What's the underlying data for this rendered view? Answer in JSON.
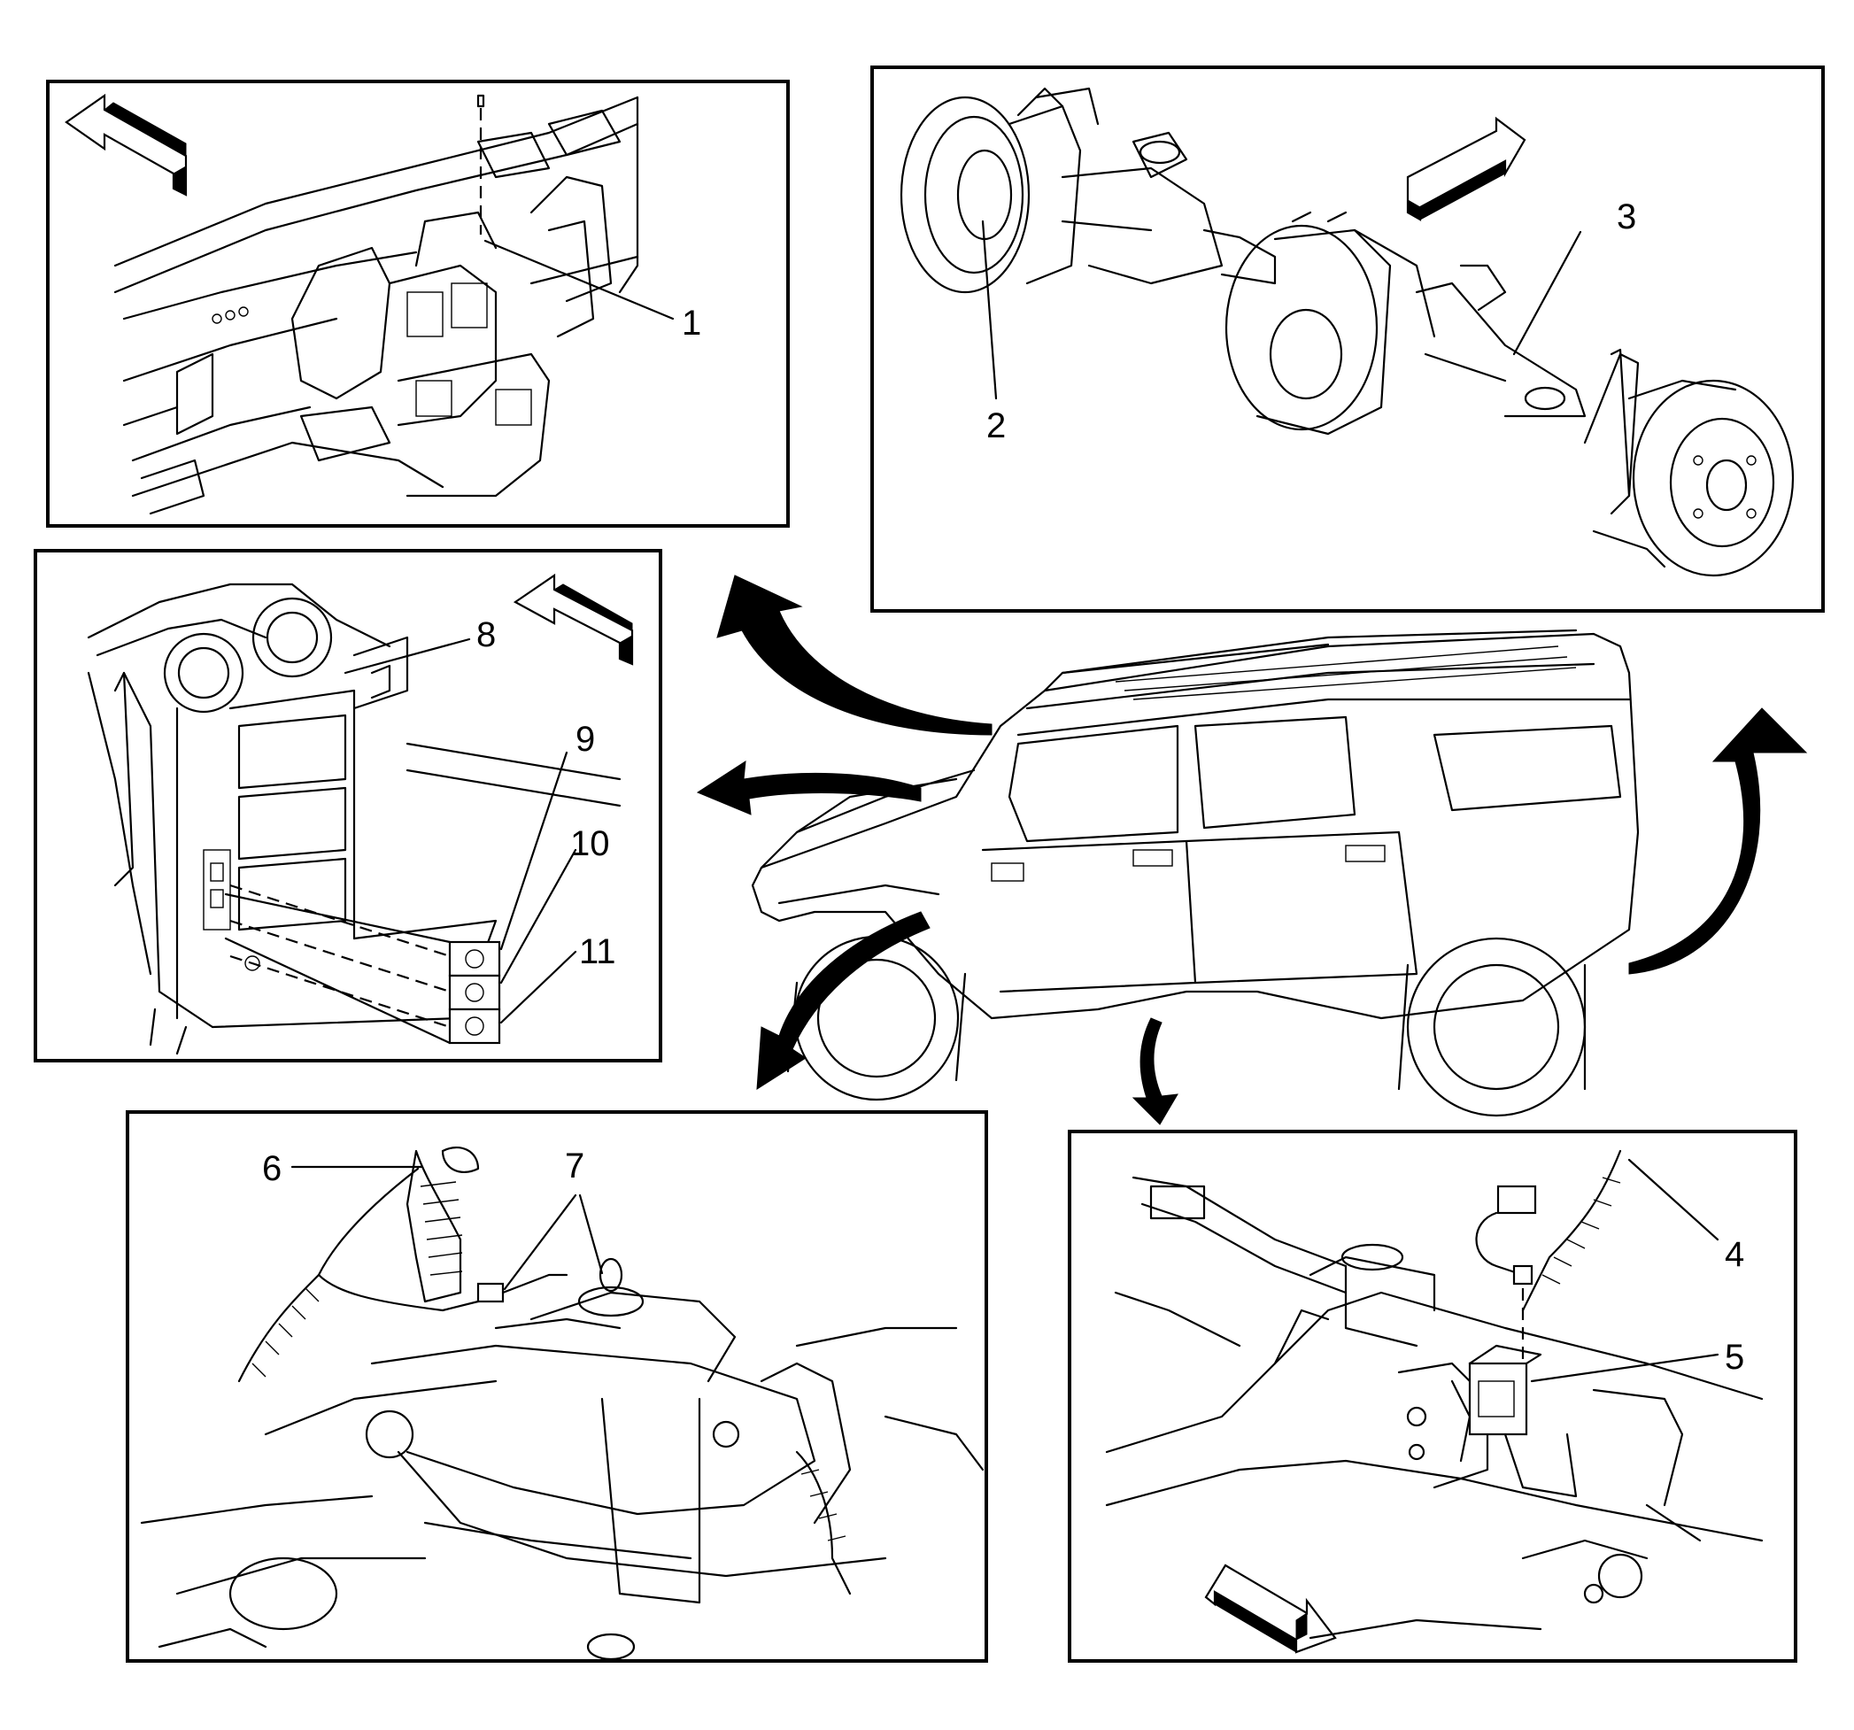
{
  "callouts": [
    {
      "id": "1",
      "label": "1"
    },
    {
      "id": "2",
      "label": "2"
    },
    {
      "id": "3",
      "label": "3"
    },
    {
      "id": "4",
      "label": "4"
    },
    {
      "id": "5",
      "label": "5"
    },
    {
      "id": "6",
      "label": "6"
    },
    {
      "id": "7",
      "label": "7"
    },
    {
      "id": "8",
      "label": "8"
    },
    {
      "id": "9",
      "label": "9"
    },
    {
      "id": "10",
      "label": "10"
    },
    {
      "id": "11",
      "label": "11"
    }
  ],
  "panels": [
    {
      "id": "instrument-panel-top",
      "icon": "front-arrow-icon"
    },
    {
      "id": "rear-axle",
      "icon": "front-arrow-icon"
    },
    {
      "id": "center-stack",
      "icon": "front-arrow-icon"
    },
    {
      "id": "front-suspension",
      "icon": "none"
    },
    {
      "id": "rear-frame",
      "icon": "front-arrow-icon"
    }
  ],
  "colors": {
    "ink": "#000000",
    "paper": "#ffffff"
  }
}
